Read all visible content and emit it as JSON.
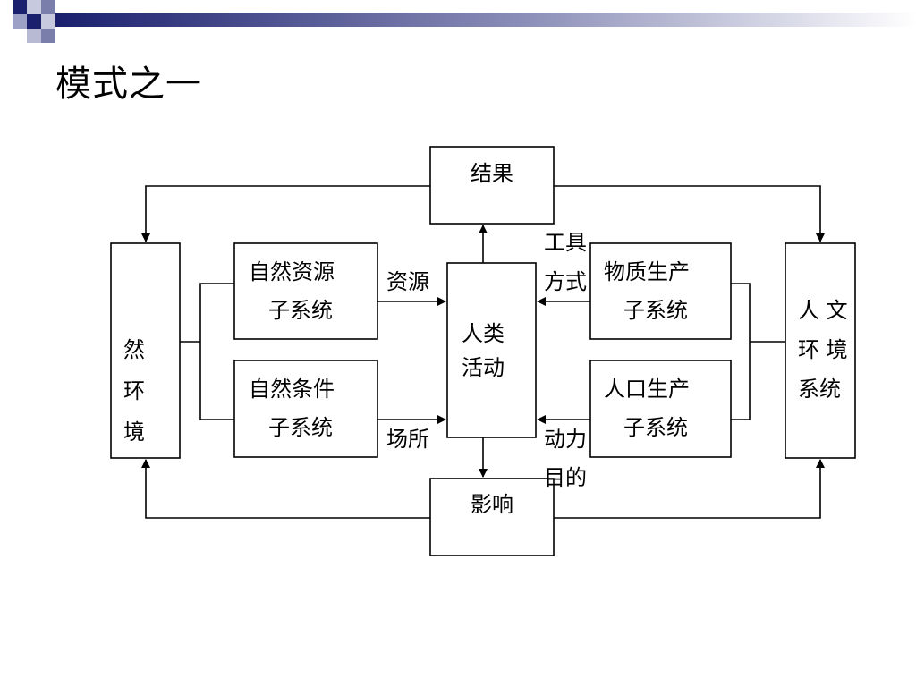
{
  "slide": {
    "title": "模式之一"
  },
  "diagram": {
    "result": "结果",
    "impact": "影响",
    "human_activity_line1": "人类",
    "human_activity_line2": "活动",
    "natural_resources_line1": "自然资源",
    "natural_resources_line2": "子系统",
    "natural_conditions_line1": "自然条件",
    "natural_conditions_line2": "子系统",
    "material_production_line1": "物质生产",
    "material_production_line2": "子系统",
    "population_production_line1": "人口生产",
    "population_production_line2": "子系统",
    "natural_env": [
      "然",
      "环",
      "境"
    ],
    "human_env_line1": "人 文",
    "human_env_line2": "环 境",
    "human_env_line3": "系统",
    "label_resources": "资源",
    "label_place": "场所",
    "label_tools_line1": "工具",
    "label_tools_line2": "方式",
    "label_motive_line1": "动力",
    "label_motive_line2": "目的"
  },
  "colors": {
    "accent": "#1a1f6e",
    "line": "#000000"
  }
}
